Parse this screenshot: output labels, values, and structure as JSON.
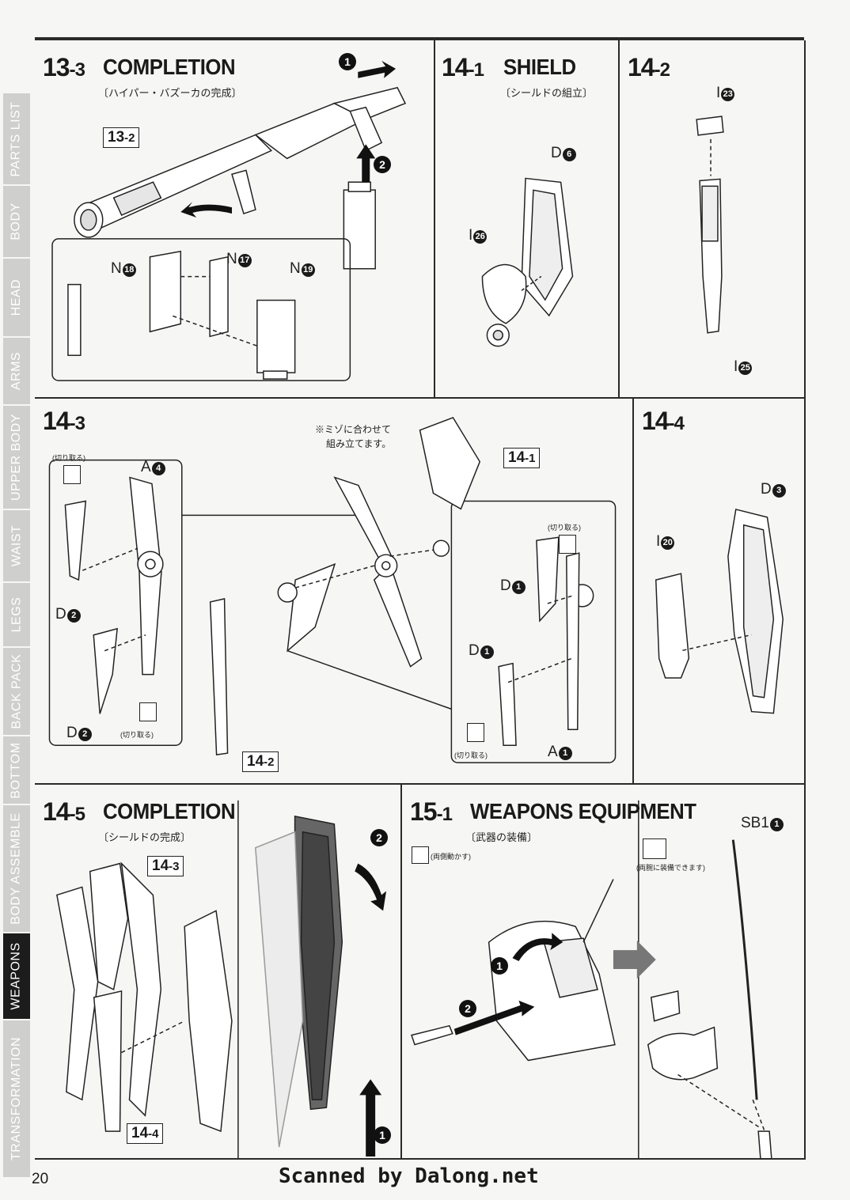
{
  "sidebar": {
    "tabs": [
      {
        "label": "PARTS LIST",
        "active": false
      },
      {
        "label": "BODY",
        "active": false
      },
      {
        "label": "HEAD",
        "active": false
      },
      {
        "label": "ARMS",
        "active": false
      },
      {
        "label": "UPPER BODY",
        "active": false
      },
      {
        "label": "WAIST",
        "active": false
      },
      {
        "label": "LEGS",
        "active": false
      },
      {
        "label": "BACK PACK",
        "active": false
      },
      {
        "label": "BOTTOM",
        "active": false
      },
      {
        "label": "BODY ASSEMBLE",
        "active": false
      },
      {
        "label": "WEAPONS",
        "active": true
      },
      {
        "label": "TRANSFORMATION",
        "active": false
      }
    ]
  },
  "sections": {
    "s13_3": {
      "num": "13",
      "sub": "-3",
      "title": "COMPLETION",
      "subtitle": "〔ハイパー・バズーカの完成〕",
      "ref": "13",
      "ref_sub": "-2",
      "parts": [
        {
          "letter": "N",
          "num": "18"
        },
        {
          "letter": "N",
          "num": "17"
        },
        {
          "letter": "N",
          "num": "19"
        }
      ],
      "steps": [
        "1",
        "2"
      ]
    },
    "s14_1": {
      "num": "14",
      "sub": "-1",
      "title": "SHIELD",
      "subtitle": "〔シールドの組立〕",
      "parts": [
        {
          "letter": "D",
          "num": "6"
        },
        {
          "letter": "I",
          "num": "26"
        }
      ]
    },
    "s14_2": {
      "num": "14",
      "sub": "-2",
      "parts": [
        {
          "letter": "I",
          "num": "23"
        },
        {
          "letter": "I",
          "num": "25"
        }
      ]
    },
    "s14_3": {
      "num": "14",
      "sub": "-3",
      "note_line1": "※ミゾに合わせて",
      "note_line2": "組み立てます。",
      "cut": "(切り取る)",
      "ref_a": "14",
      "ref_a_sub": "-1",
      "ref_b": "14",
      "ref_b_sub": "-2",
      "parts": [
        {
          "letter": "A",
          "num": "4"
        },
        {
          "letter": "D",
          "num": "2"
        },
        {
          "letter": "D",
          "num": "2"
        },
        {
          "letter": "D",
          "num": "1"
        },
        {
          "letter": "D",
          "num": "1"
        },
        {
          "letter": "A",
          "num": "1"
        }
      ]
    },
    "s14_4": {
      "num": "14",
      "sub": "-4",
      "parts": [
        {
          "letter": "D",
          "num": "3"
        },
        {
          "letter": "I",
          "num": "20"
        }
      ]
    },
    "s14_5": {
      "num": "14",
      "sub": "-5",
      "title": "COMPLETION",
      "subtitle": "〔シールドの完成〕",
      "ref_a": "14",
      "ref_a_sub": "-3",
      "ref_b": "14",
      "ref_b_sub": "-4",
      "steps": [
        "1",
        "2"
      ]
    },
    "s15_1": {
      "num": "15",
      "sub": "-1",
      "title": "WEAPONS EQUIPMENT",
      "subtitle": "〔武器の装備〕",
      "note_move": "(両側動かす)",
      "note_equip": "(両腕に装備できます)",
      "parts": [
        {
          "letter": "SB1",
          "num": "1"
        }
      ],
      "steps": [
        "1",
        "2"
      ]
    }
  },
  "footer": {
    "page": "20",
    "credit": "Scanned by Dalong.net"
  }
}
